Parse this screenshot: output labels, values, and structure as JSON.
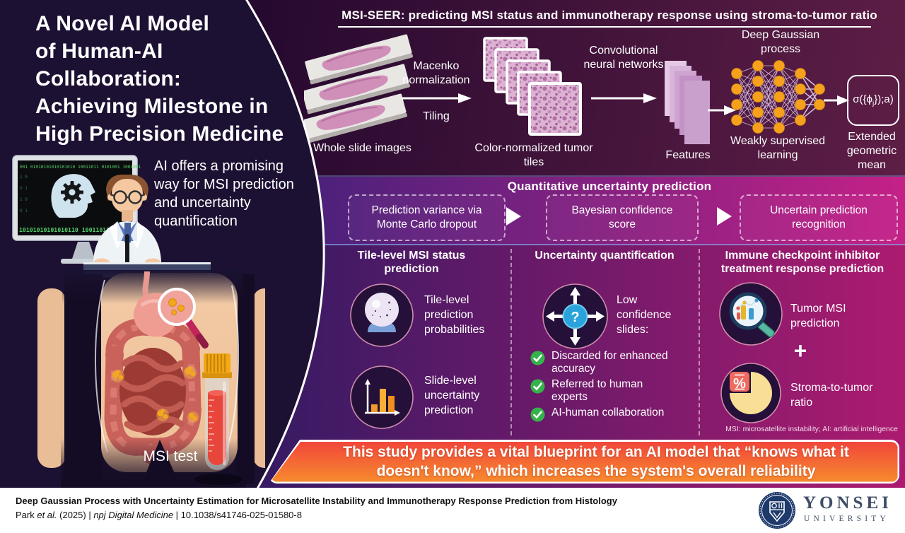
{
  "left_panel": {
    "title_lines": [
      "A Novel AI Model",
      "of Human-AI",
      "Collaboration:",
      "Achieving Milestone in",
      "High Precision Medicine"
    ],
    "subtitle": "AI offers a promising way for MSI prediction and uncertainty quantification",
    "monitor_code_top": "001 01010101010101010 10011011 0101001 1001001",
    "monitor_code_bottom": "10101010101010110 10011011 0101",
    "msi_test_label": "MSI test"
  },
  "pipeline": {
    "header": "MSI-SEER: predicting MSI status and immunotherapy response using stroma-to-tumor ratio",
    "wsi_label": "Whole slide images",
    "step1_top": "Macenko normalization",
    "step1_bottom": "Tiling",
    "tiles_label": "Color-normalized tumor tiles",
    "cnn_label": "Convolutional neural networks",
    "features_label": "Features",
    "dgp_label": "Deep Gaussian process",
    "wsl_label": "Weakly supervised learning",
    "formula_prefix": "σ({ϕ",
    "formula_sub": "j",
    "formula_suffix": "});a)",
    "egm_label": "Extended geometric mean"
  },
  "uncertainty_band": {
    "title": "Quantitative uncertainty prediction",
    "box1": "Prediction variance via Monte Carlo dropout",
    "box2": "Bayesian confidence score",
    "box3": "Uncertain prediction recognition"
  },
  "col1": {
    "title": "Tile-level MSI status prediction",
    "item1": "Tile-level prediction probabilities",
    "item2": "Slide-level uncertainty prediction"
  },
  "col2": {
    "title": "Uncertainty quantification",
    "icon_label": "Low confidence slides:",
    "check1": "Discarded for enhanced accuracy",
    "check2": "Referred to human experts",
    "check3": "AI-human collaboration"
  },
  "col3": {
    "title": "Immune checkpoint inhibitor treatment response prediction",
    "item1": "Tumor MSI prediction",
    "plus": "+",
    "item2": "Stroma-to-tumor ratio",
    "footnote": "MSI: microsatellite instability; AI: artificial intelligence"
  },
  "banner": {
    "text": "This study provides a vital blueprint for an AI model that “knows what it doesn't know,” which increases the system's overall reliability"
  },
  "footer": {
    "title": "Deep Gaussian Process with Uncertainty Estimation for Microsatellite Instability and Immunotherapy Response Prediction from Histology",
    "cite_author": "Park ",
    "cite_etal": "et al.",
    "cite_mid": " (2025) | ",
    "cite_journal": "npj Digital Medicine",
    "cite_end": " | 10.1038/s41746-025-01580-8",
    "logo_name": "YONSEI",
    "logo_sub": "UNIVERSITY"
  },
  "colors": {
    "panel_navy": "#1c1133",
    "band_top_left": "#26092f",
    "band_top_right": "#5e1e46",
    "band_mid_left": "#43217a",
    "band_mid_right": "#c42187",
    "band_bottom_left": "#381a64",
    "band_bottom_right": "#ac1b70",
    "banner_top": "#f1463a",
    "banner_bottom": "#f78b2e",
    "node_orange": "#f5a11d",
    "check_green": "#35b34a",
    "question_blue": "#2aa3dc",
    "logo_navy": "#1e3a6c"
  }
}
